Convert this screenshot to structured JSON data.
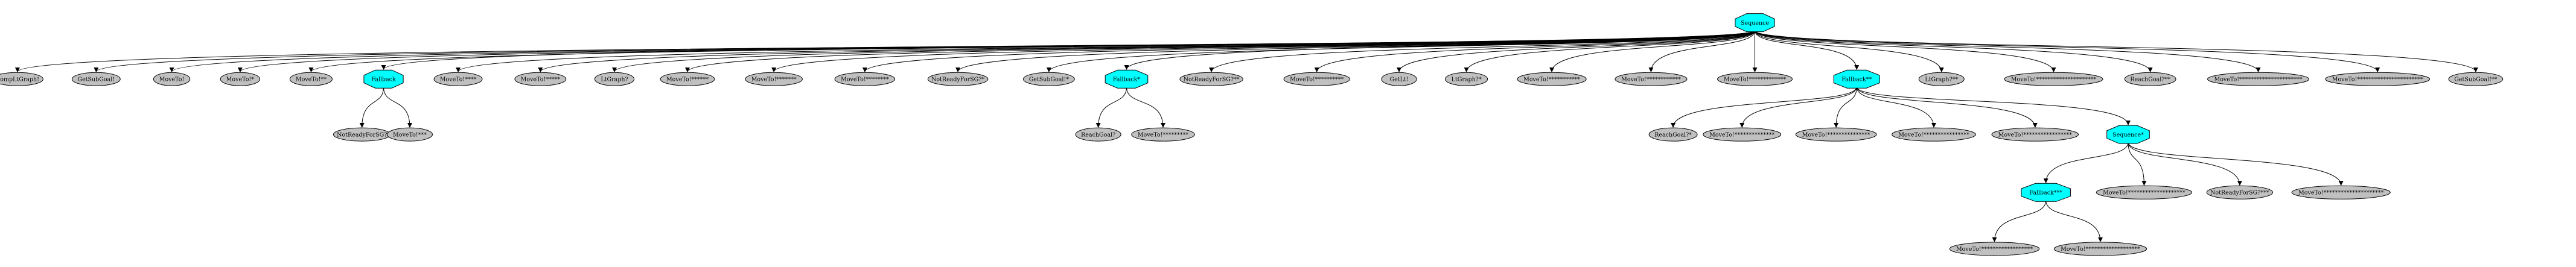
{
  "colors": {
    "control_fill": "#00ffff",
    "leaf_fill": "#c0c0c0",
    "stroke": "#000000",
    "background": "#ffffff"
  },
  "nodes": [
    {
      "id": "seq_root",
      "label": "Sequence",
      "kind": "control"
    },
    {
      "id": "n1",
      "label": "CompLtGraph!",
      "kind": "leaf"
    },
    {
      "id": "n2",
      "label": "GetSubGoal!",
      "kind": "leaf"
    },
    {
      "id": "n3",
      "label": "MoveTo!",
      "kind": "leaf"
    },
    {
      "id": "n4",
      "label": "MoveTo!*",
      "kind": "leaf"
    },
    {
      "id": "n5",
      "label": "MoveTo!**",
      "kind": "leaf"
    },
    {
      "id": "fb1",
      "label": "Fallback",
      "kind": "control"
    },
    {
      "id": "n6",
      "label": "MoveTo!****",
      "kind": "leaf"
    },
    {
      "id": "n7",
      "label": "MoveTo!*****",
      "kind": "leaf"
    },
    {
      "id": "n8",
      "label": "LtGraph?",
      "kind": "leaf"
    },
    {
      "id": "n9",
      "label": "MoveTo!******",
      "kind": "leaf"
    },
    {
      "id": "n10",
      "label": "MoveTo!*******",
      "kind": "leaf"
    },
    {
      "id": "n11",
      "label": "MoveTo!********",
      "kind": "leaf"
    },
    {
      "id": "n12",
      "label": "NotReadyForSG?*",
      "kind": "leaf"
    },
    {
      "id": "n13",
      "label": "GetSubGoal!*",
      "kind": "leaf"
    },
    {
      "id": "fb2",
      "label": "Fallback*",
      "kind": "control"
    },
    {
      "id": "n14",
      "label": "NotReadyForSG?**",
      "kind": "leaf"
    },
    {
      "id": "n15",
      "label": "MoveTo!**********",
      "kind": "leaf"
    },
    {
      "id": "n16",
      "label": "GetLt!",
      "kind": "leaf"
    },
    {
      "id": "n17",
      "label": "LtGraph?*",
      "kind": "leaf"
    },
    {
      "id": "n18",
      "label": "MoveTo!***********",
      "kind": "leaf"
    },
    {
      "id": "n19",
      "label": "MoveTo!************",
      "kind": "leaf"
    },
    {
      "id": "n20",
      "label": "MoveTo!*************",
      "kind": "leaf"
    },
    {
      "id": "fb3",
      "label": "Fallback**",
      "kind": "control"
    },
    {
      "id": "n21",
      "label": "LtGraph?**",
      "kind": "leaf"
    },
    {
      "id": "n22",
      "label": "MoveTo!*********************",
      "kind": "leaf"
    },
    {
      "id": "n23",
      "label": "ReachGoal?**",
      "kind": "leaf"
    },
    {
      "id": "n24",
      "label": "MoveTo!**********************",
      "kind": "leaf"
    },
    {
      "id": "n25",
      "label": "MoveTo!***********************",
      "kind": "leaf"
    },
    {
      "id": "n26",
      "label": "GetSubGoal!**",
      "kind": "leaf"
    },
    {
      "id": "f1a",
      "label": "NotReadyForSG?",
      "kind": "leaf"
    },
    {
      "id": "f1b",
      "label": "MoveTo!***",
      "kind": "leaf"
    },
    {
      "id": "f2a",
      "label": "ReachGoal?",
      "kind": "leaf"
    },
    {
      "id": "f2b",
      "label": "MoveTo!*********",
      "kind": "leaf"
    },
    {
      "id": "f3a",
      "label": "ReachGoal?*",
      "kind": "leaf"
    },
    {
      "id": "f3b",
      "label": "MoveTo!**************",
      "kind": "leaf"
    },
    {
      "id": "f3c",
      "label": "MoveTo!***************",
      "kind": "leaf"
    },
    {
      "id": "f3d",
      "label": "MoveTo!****************",
      "kind": "leaf"
    },
    {
      "id": "f3e",
      "label": "MoveTo!*****************",
      "kind": "leaf"
    },
    {
      "id": "seq2",
      "label": "Sequence*",
      "kind": "control"
    },
    {
      "id": "fb4",
      "label": "Fallback***",
      "kind": "control"
    },
    {
      "id": "s2a",
      "label": "MoveTo!********************",
      "kind": "leaf"
    },
    {
      "id": "s2b",
      "label": "NotReadyForSG?***",
      "kind": "leaf"
    },
    {
      "id": "s2c",
      "label": "MoveTo!*********************",
      "kind": "leaf"
    },
    {
      "id": "f4a",
      "label": "MoveTo!******************",
      "kind": "leaf"
    },
    {
      "id": "f4b",
      "label": "MoveTo!*******************",
      "kind": "leaf"
    }
  ],
  "edges": [
    [
      "seq_root",
      "n1"
    ],
    [
      "seq_root",
      "n2"
    ],
    [
      "seq_root",
      "n3"
    ],
    [
      "seq_root",
      "n4"
    ],
    [
      "seq_root",
      "n5"
    ],
    [
      "seq_root",
      "fb1"
    ],
    [
      "seq_root",
      "n6"
    ],
    [
      "seq_root",
      "n7"
    ],
    [
      "seq_root",
      "n8"
    ],
    [
      "seq_root",
      "n9"
    ],
    [
      "seq_root",
      "n10"
    ],
    [
      "seq_root",
      "n11"
    ],
    [
      "seq_root",
      "n12"
    ],
    [
      "seq_root",
      "n13"
    ],
    [
      "seq_root",
      "fb2"
    ],
    [
      "seq_root",
      "n14"
    ],
    [
      "seq_root",
      "n15"
    ],
    [
      "seq_root",
      "n16"
    ],
    [
      "seq_root",
      "n17"
    ],
    [
      "seq_root",
      "n18"
    ],
    [
      "seq_root",
      "n19"
    ],
    [
      "seq_root",
      "n20"
    ],
    [
      "seq_root",
      "fb3"
    ],
    [
      "seq_root",
      "n21"
    ],
    [
      "seq_root",
      "n22"
    ],
    [
      "seq_root",
      "n23"
    ],
    [
      "seq_root",
      "n24"
    ],
    [
      "seq_root",
      "n25"
    ],
    [
      "seq_root",
      "n26"
    ],
    [
      "fb1",
      "f1a"
    ],
    [
      "fb1",
      "f1b"
    ],
    [
      "fb2",
      "f2a"
    ],
    [
      "fb2",
      "f2b"
    ],
    [
      "fb3",
      "f3a"
    ],
    [
      "fb3",
      "f3b"
    ],
    [
      "fb3",
      "f3c"
    ],
    [
      "fb3",
      "f3d"
    ],
    [
      "fb3",
      "f3e"
    ],
    [
      "fb3",
      "seq2"
    ],
    [
      "seq2",
      "fb4"
    ],
    [
      "seq2",
      "s2a"
    ],
    [
      "seq2",
      "s2b"
    ],
    [
      "seq2",
      "s2c"
    ],
    [
      "fb4",
      "f4a"
    ],
    [
      "fb4",
      "f4b"
    ]
  ]
}
